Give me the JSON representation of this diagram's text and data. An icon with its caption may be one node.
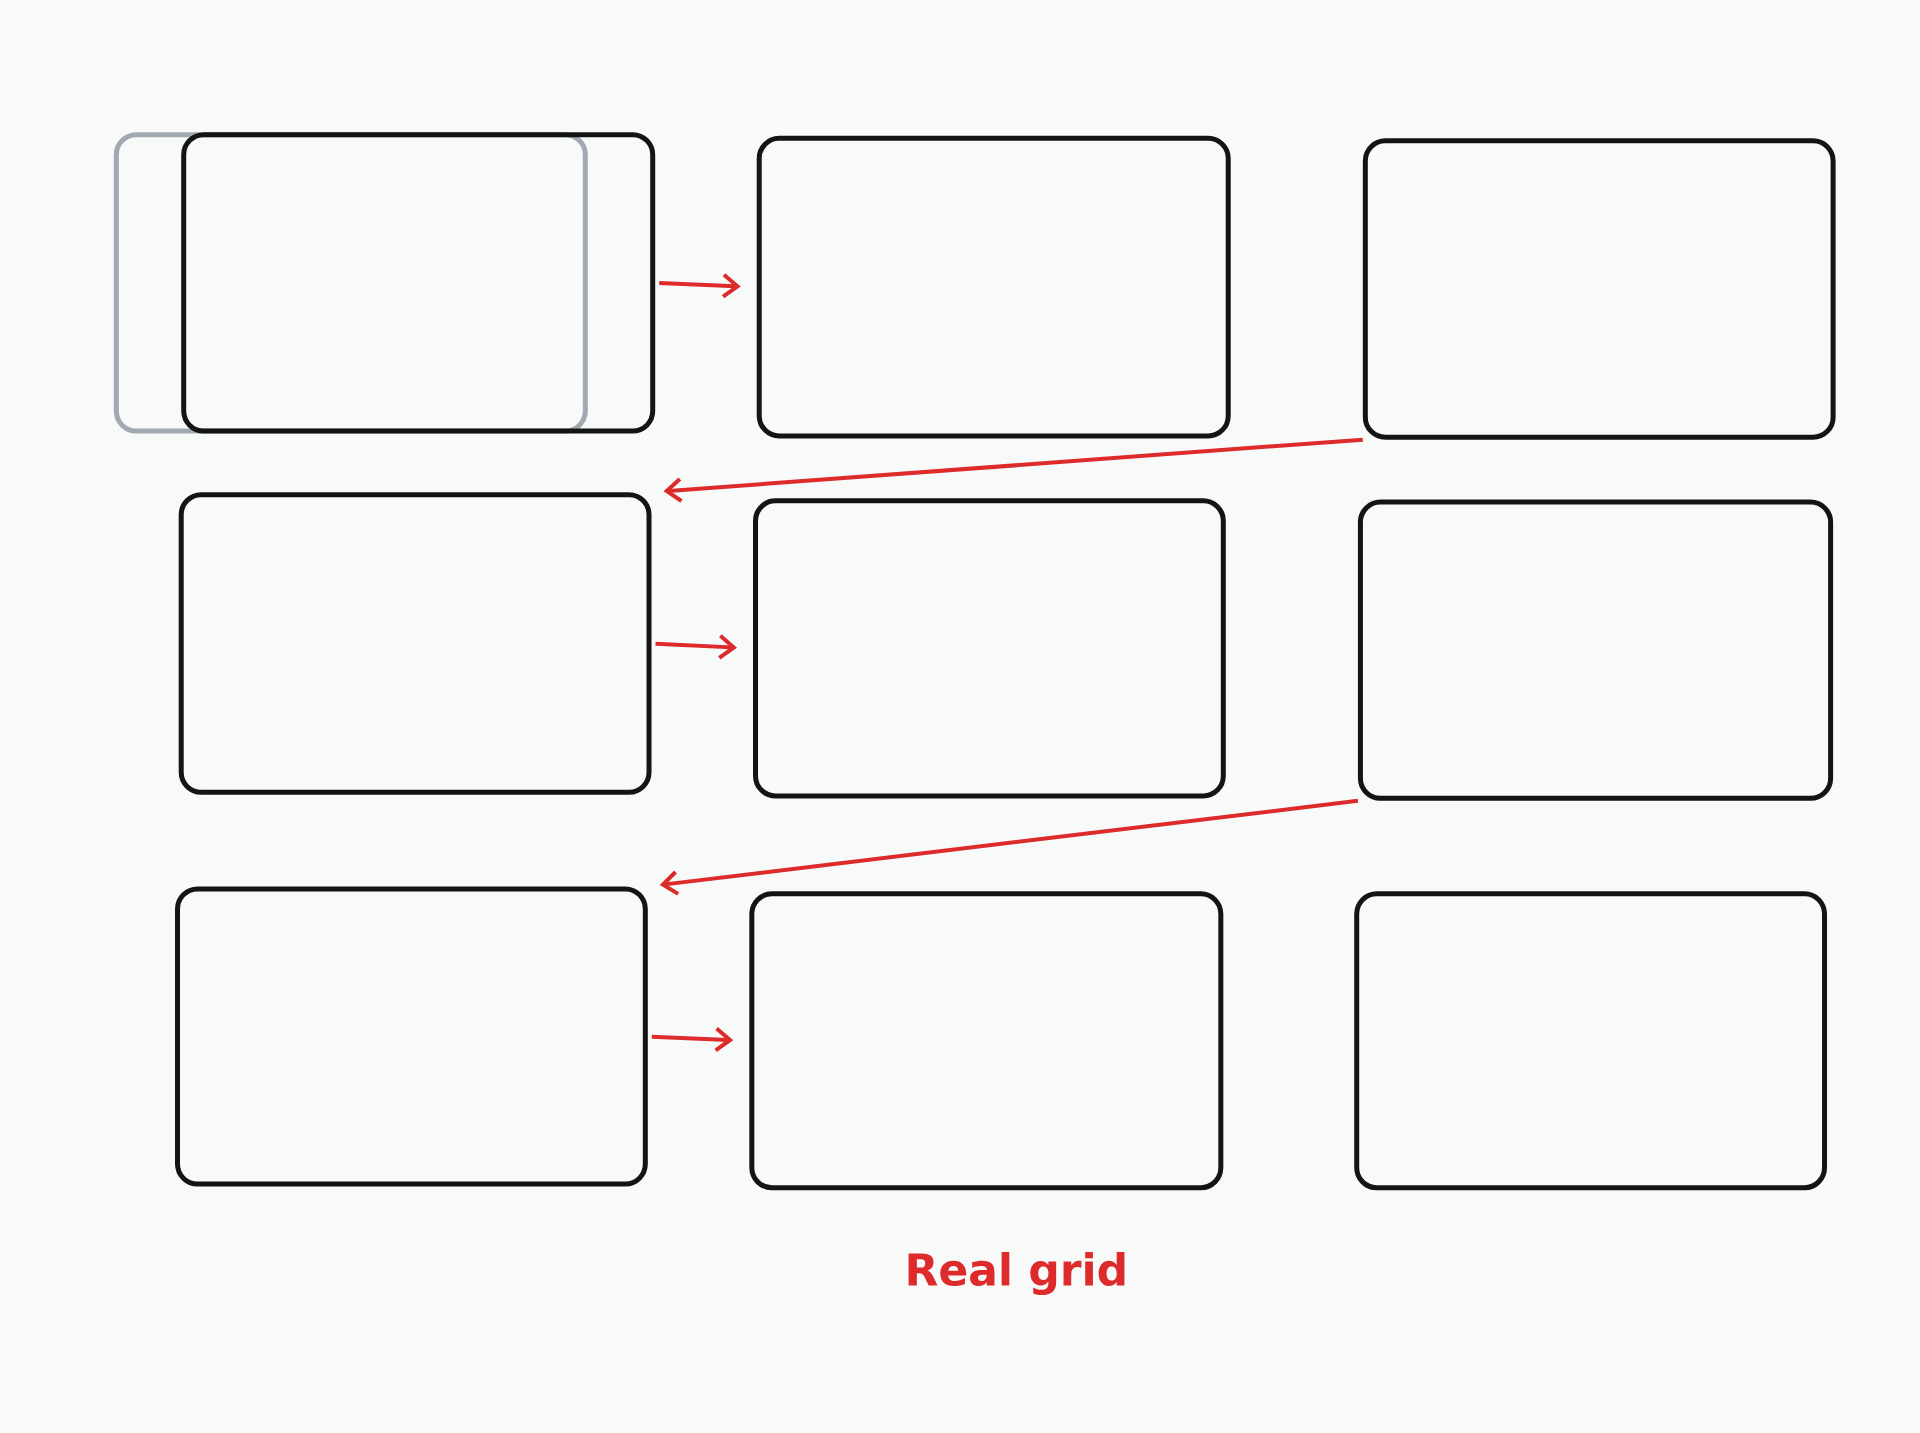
{
  "diagram": {
    "nodes": [
      {
        "text": [],
        "shape": "box"
      },
      {
        "text": [],
        "shape": "box"
      },
      {
        "text": [],
        "shape": "box"
      },
      {
        "text": [],
        "shape": "box"
      },
      {
        "text": [],
        "shape": "box"
      },
      {
        "text": [],
        "shape": "box"
      },
      {
        "text": [],
        "shape": "box"
      },
      {
        "text": [],
        "shape": "box"
      },
      {
        "text": [],
        "shape": "box"
      },
      {
        "text": [],
        "shape": "box"
      }
    ],
    "edges": [
      {
        "from": 1,
        "to": 2,
        "arrow": "to"
      },
      {
        "from": 3,
        "to": 4,
        "arrow": "to"
      },
      {
        "from": 4,
        "to": 5,
        "arrow": "to"
      },
      {
        "from": 6,
        "to": 7,
        "arrow": "to"
      },
      {
        "from": 7,
        "to": 8,
        "arrow": "to"
      }
    ],
    "labels": [
      "Real grid"
    ]
  }
}
